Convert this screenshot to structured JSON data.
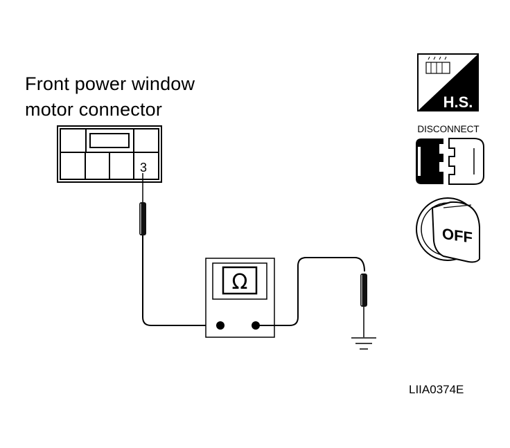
{
  "labels": {
    "title_line1": "Front power window",
    "title_line2": "motor connector",
    "terminal": "3",
    "meter_symbol": "Ω",
    "hs_badge": "H.S.",
    "disconnect": "DISCONNECT",
    "off": "OFF",
    "figure_code": "LIIA0374E"
  }
}
